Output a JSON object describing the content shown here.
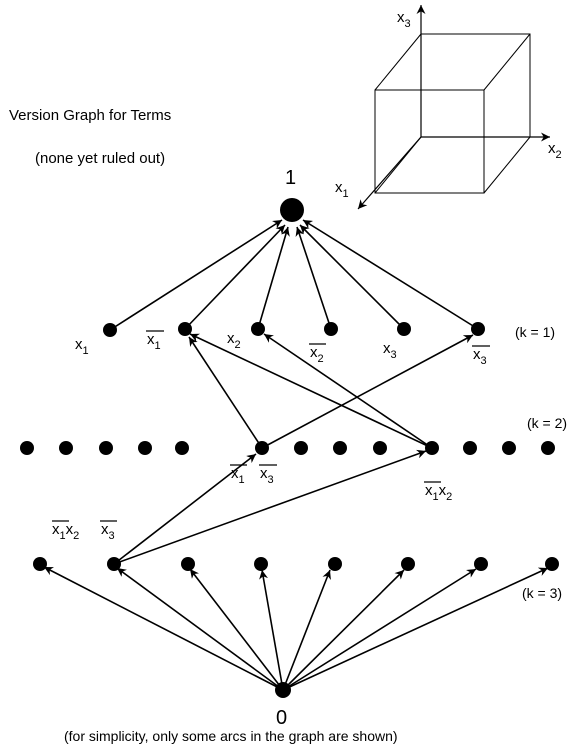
{
  "title": "Version Graph for Terms",
  "subtitle": "(none yet ruled out)",
  "footnote": "(for simplicity, only some arcs in the graph are shown)",
  "top_label": "1",
  "bottom_label": "0",
  "level_labels": {
    "k1": "(k = 1)",
    "k2": "(k = 2)",
    "k3": "(k = 3)"
  },
  "cube_axes": {
    "x1": {
      "base": "x",
      "sub": "1"
    },
    "x2": {
      "base": "x",
      "sub": "2"
    },
    "x3": {
      "base": "x",
      "sub": "3"
    }
  },
  "level1_terms": [
    {
      "base": "x",
      "sub": "1",
      "negated": false
    },
    {
      "base": "x",
      "sub": "1",
      "negated": true
    },
    {
      "base": "x",
      "sub": "2",
      "negated": false
    },
    {
      "base": "x",
      "sub": "2",
      "negated": true
    },
    {
      "base": "x",
      "sub": "3",
      "negated": false
    },
    {
      "base": "x",
      "sub": "3",
      "negated": true
    }
  ],
  "level2_terms": {
    "a": {
      "part1": {
        "base": "x",
        "sub": "1",
        "negated": true
      },
      "part2": {
        "base": "x",
        "sub": "3",
        "negated": true
      }
    },
    "b": {
      "part1": {
        "base": "x",
        "sub": "1",
        "negated": true
      },
      "part2": {
        "base": "x",
        "sub": "2",
        "negated": false
      }
    }
  },
  "level3_terms": {
    "a": {
      "part1": {
        "base": "x",
        "sub": "1",
        "negated": true
      },
      "part2": {
        "base": "x",
        "sub": "2",
        "negated": false
      },
      "part3": {
        "base": "x",
        "sub": "3",
        "negated": true
      }
    }
  }
}
